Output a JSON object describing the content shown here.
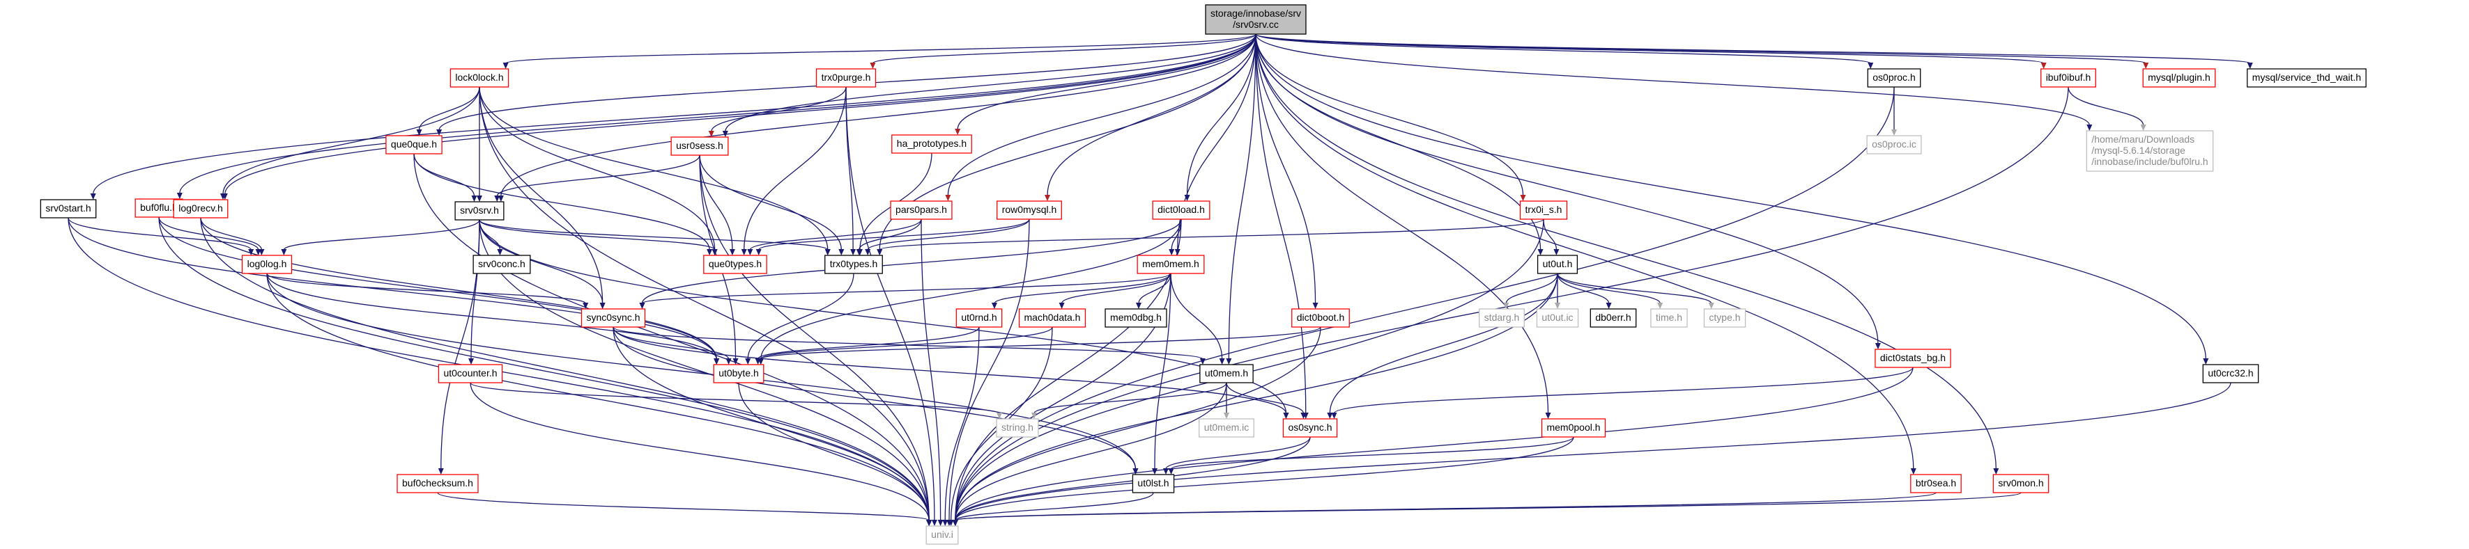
{
  "colors": {
    "edge_default": "#191970",
    "edge_red": "#b22222",
    "edge_gray": "#a9a9a9",
    "border_black": "#000000",
    "border_red": "#ff0000",
    "border_gray": "#bfbfbf",
    "root_fill": "#bfbfbf"
  },
  "nodes": {
    "root": {
      "lines": [
        "storage/innobase/srv",
        "/srv0srv.cc"
      ],
      "style": "root"
    },
    "lock0lock": {
      "lines": [
        "lock0lock.h"
      ],
      "style": "red"
    },
    "trx0purge": {
      "lines": [
        "trx0purge.h"
      ],
      "style": "red"
    },
    "que0que": {
      "lines": [
        "que0que.h"
      ],
      "style": "red"
    },
    "usr0sess": {
      "lines": [
        "usr0sess.h"
      ],
      "style": "red"
    },
    "ha_prototypes": {
      "lines": [
        "ha_prototypes.h"
      ],
      "style": "red"
    },
    "buf0flu": {
      "lines": [
        "buf0flu.h"
      ],
      "style": "red"
    },
    "log0recv": {
      "lines": [
        "log0recv.h"
      ],
      "style": "red"
    },
    "srv0start": {
      "lines": [
        "srv0start.h"
      ],
      "style": "black"
    },
    "srv0srv": {
      "lines": [
        "srv0srv.h"
      ],
      "style": "black"
    },
    "pars0pars": {
      "lines": [
        "pars0pars.h"
      ],
      "style": "red"
    },
    "row0mysql": {
      "lines": [
        "row0mysql.h"
      ],
      "style": "red"
    },
    "dict0load": {
      "lines": [
        "dict0load.h"
      ],
      "style": "red"
    },
    "trx0i_s": {
      "lines": [
        "trx0i_s.h"
      ],
      "style": "red"
    },
    "os0proc": {
      "lines": [
        "os0proc.h"
      ],
      "style": "black"
    },
    "os0proc_ic": {
      "lines": [
        "os0proc.ic"
      ],
      "style": "gray"
    },
    "ibuf0ibuf": {
      "lines": [
        "ibuf0ibuf.h"
      ],
      "style": "red"
    },
    "buf0lru_path": {
      "lines": [
        "/home/maru/Downloads",
        "/mysql-5.6.14/storage",
        "/innobase/include/buf0lru.h"
      ],
      "style": "gray"
    },
    "mysql_plugin": {
      "lines": [
        "mysql/plugin.h"
      ],
      "style": "red"
    },
    "mysql_service": {
      "lines": [
        "mysql/service_thd_wait.h"
      ],
      "style": "black"
    },
    "log0log": {
      "lines": [
        "log0log.h"
      ],
      "style": "red"
    },
    "srv0conc": {
      "lines": [
        "srv0conc.h"
      ],
      "style": "black"
    },
    "que0types": {
      "lines": [
        "que0types.h"
      ],
      "style": "red"
    },
    "trx0types": {
      "lines": [
        "trx0types.h"
      ],
      "style": "black"
    },
    "mem0mem": {
      "lines": [
        "mem0mem.h"
      ],
      "style": "red"
    },
    "sync0sync": {
      "lines": [
        "sync0sync.h"
      ],
      "style": "red"
    },
    "ut0rnd": {
      "lines": [
        "ut0rnd.h"
      ],
      "style": "red"
    },
    "mach0data": {
      "lines": [
        "mach0data.h"
      ],
      "style": "red"
    },
    "mem0dbg": {
      "lines": [
        "mem0dbg.h"
      ],
      "style": "black"
    },
    "dict0boot": {
      "lines": [
        "dict0boot.h"
      ],
      "style": "red"
    },
    "ut0ut": {
      "lines": [
        "ut0ut.h"
      ],
      "style": "black"
    },
    "stdarg": {
      "lines": [
        "stdarg.h"
      ],
      "style": "gray"
    },
    "ut0ut_ic": {
      "lines": [
        "ut0ut.ic"
      ],
      "style": "gray"
    },
    "db0err": {
      "lines": [
        "db0err.h"
      ],
      "style": "black"
    },
    "time": {
      "lines": [
        "time.h"
      ],
      "style": "gray"
    },
    "ctype": {
      "lines": [
        "ctype.h"
      ],
      "style": "gray"
    },
    "ut0counter": {
      "lines": [
        "ut0counter.h"
      ],
      "style": "red"
    },
    "ut0byte": {
      "lines": [
        "ut0byte.h"
      ],
      "style": "red"
    },
    "ut0mem": {
      "lines": [
        "ut0mem.h"
      ],
      "style": "black"
    },
    "ut0mem_ic": {
      "lines": [
        "ut0mem.ic"
      ],
      "style": "gray"
    },
    "string": {
      "lines": [
        "string.h"
      ],
      "style": "gray"
    },
    "os0sync": {
      "lines": [
        "os0sync.h"
      ],
      "style": "red"
    },
    "dict0stats_bg": {
      "lines": [
        "dict0stats_bg.h"
      ],
      "style": "red"
    },
    "ut0crc32": {
      "lines": [
        "ut0crc32.h"
      ],
      "style": "black"
    },
    "mem0pool": {
      "lines": [
        "mem0pool.h"
      ],
      "style": "red"
    },
    "btr0sea": {
      "lines": [
        "btr0sea.h"
      ],
      "style": "red"
    },
    "srv0mon": {
      "lines": [
        "srv0mon.h"
      ],
      "style": "red"
    },
    "buf0checksum": {
      "lines": [
        "buf0checksum.h"
      ],
      "style": "red"
    },
    "ut0lst": {
      "lines": [
        "ut0lst.h"
      ],
      "style": "black"
    },
    "univ": {
      "lines": [
        "univ.i"
      ],
      "style": "gray"
    }
  },
  "edges": [
    [
      "root",
      "lock0lock",
      "n"
    ],
    [
      "root",
      "trx0purge",
      "r"
    ],
    [
      "root",
      "que0que",
      "n"
    ],
    [
      "root",
      "usr0sess",
      "n"
    ],
    [
      "root",
      "ha_prototypes",
      "r"
    ],
    [
      "root",
      "buf0flu",
      "n"
    ],
    [
      "root",
      "log0recv",
      "n"
    ],
    [
      "root",
      "srv0start",
      "n"
    ],
    [
      "root",
      "srv0srv",
      "n"
    ],
    [
      "root",
      "pars0pars",
      "r"
    ],
    [
      "root",
      "row0mysql",
      "r"
    ],
    [
      "root",
      "dict0load",
      "n"
    ],
    [
      "root",
      "trx0i_s",
      "r"
    ],
    [
      "root",
      "os0proc",
      "n"
    ],
    [
      "root",
      "ibuf0ibuf",
      "r"
    ],
    [
      "root",
      "buf0lru_path",
      "n"
    ],
    [
      "root",
      "mysql_plugin",
      "r"
    ],
    [
      "root",
      "mysql_service",
      "n"
    ],
    [
      "root",
      "mem0mem",
      "n"
    ],
    [
      "root",
      "ut0mem",
      "n"
    ],
    [
      "root",
      "dict0boot",
      "n"
    ],
    [
      "root",
      "ut0ut",
      "n"
    ],
    [
      "root",
      "os0sync",
      "n"
    ],
    [
      "root",
      "dict0stats_bg",
      "n"
    ],
    [
      "root",
      "ut0crc32",
      "n"
    ],
    [
      "root",
      "mem0pool",
      "n"
    ],
    [
      "root",
      "btr0sea",
      "n"
    ],
    [
      "root",
      "srv0mon",
      "n"
    ],
    [
      "root",
      "trx0types",
      "n"
    ],
    [
      "lock0lock",
      "que0que",
      "n"
    ],
    [
      "lock0lock",
      "log0recv",
      "n"
    ],
    [
      "lock0lock",
      "srv0srv",
      "n"
    ],
    [
      "lock0lock",
      "que0types",
      "n"
    ],
    [
      "lock0lock",
      "trx0types",
      "n"
    ],
    [
      "lock0lock",
      "sync0sync",
      "n"
    ],
    [
      "lock0lock",
      "univ",
      "n"
    ],
    [
      "trx0purge",
      "usr0sess",
      "r"
    ],
    [
      "trx0purge",
      "que0types",
      "n"
    ],
    [
      "trx0purge",
      "trx0types",
      "n"
    ],
    [
      "trx0purge",
      "univ",
      "n"
    ],
    [
      "que0que",
      "srv0srv",
      "n"
    ],
    [
      "que0que",
      "que0types",
      "n"
    ],
    [
      "que0que",
      "univ",
      "n"
    ],
    [
      "usr0sess",
      "srv0srv",
      "n"
    ],
    [
      "usr0sess",
      "que0types",
      "n"
    ],
    [
      "usr0sess",
      "trx0types",
      "n"
    ],
    [
      "usr0sess",
      "ut0byte",
      "n"
    ],
    [
      "usr0sess",
      "univ",
      "n"
    ],
    [
      "ha_prototypes",
      "trx0types",
      "n"
    ],
    [
      "buf0flu",
      "log0log",
      "n"
    ],
    [
      "buf0flu",
      "ut0byte",
      "n"
    ],
    [
      "buf0flu",
      "univ",
      "n"
    ],
    [
      "log0recv",
      "log0log",
      "n"
    ],
    [
      "log0recv",
      "ut0byte",
      "n"
    ],
    [
      "log0recv",
      "univ",
      "n"
    ],
    [
      "srv0start",
      "log0log",
      "n"
    ],
    [
      "srv0start",
      "ut0byte",
      "n"
    ],
    [
      "srv0start",
      "univ",
      "n"
    ],
    [
      "srv0srv",
      "log0log",
      "n"
    ],
    [
      "srv0srv",
      "srv0conc",
      "n"
    ],
    [
      "srv0srv",
      "que0types",
      "n"
    ],
    [
      "srv0srv",
      "trx0types",
      "n"
    ],
    [
      "srv0srv",
      "sync0sync",
      "n"
    ],
    [
      "srv0srv",
      "ut0counter",
      "n"
    ],
    [
      "srv0srv",
      "buf0checksum",
      "n"
    ],
    [
      "srv0srv",
      "os0sync",
      "n"
    ],
    [
      "srv0srv",
      "univ",
      "n"
    ],
    [
      "pars0pars",
      "que0types",
      "n"
    ],
    [
      "pars0pars",
      "trx0types",
      "n"
    ],
    [
      "pars0pars",
      "univ",
      "n"
    ],
    [
      "row0mysql",
      "que0types",
      "n"
    ],
    [
      "row0mysql",
      "trx0types",
      "n"
    ],
    [
      "row0mysql",
      "univ",
      "n"
    ],
    [
      "dict0load",
      "mem0mem",
      "n"
    ],
    [
      "dict0load",
      "sync0sync",
      "n"
    ],
    [
      "dict0load",
      "ut0byte",
      "n"
    ],
    [
      "dict0load",
      "univ",
      "n"
    ],
    [
      "trx0i_s",
      "trx0types",
      "n"
    ],
    [
      "trx0i_s",
      "ut0ut",
      "n"
    ],
    [
      "trx0i_s",
      "univ",
      "n"
    ],
    [
      "os0proc",
      "os0proc_ic",
      "g"
    ],
    [
      "os0proc",
      "univ",
      "n"
    ],
    [
      "ibuf0ibuf",
      "buf0lru_path",
      "g"
    ],
    [
      "ibuf0ibuf",
      "univ",
      "n"
    ],
    [
      "log0log",
      "sync0sync",
      "n"
    ],
    [
      "log0log",
      "ut0byte",
      "n"
    ],
    [
      "log0log",
      "ut0lst",
      "n"
    ],
    [
      "log0log",
      "univ",
      "n"
    ],
    [
      "trx0types",
      "ut0byte",
      "n"
    ],
    [
      "mem0mem",
      "sync0sync",
      "n"
    ],
    [
      "mem0mem",
      "ut0rnd",
      "n"
    ],
    [
      "mem0mem",
      "mach0data",
      "n"
    ],
    [
      "mem0mem",
      "mem0dbg",
      "n"
    ],
    [
      "mem0mem",
      "ut0mem",
      "n"
    ],
    [
      "mem0mem",
      "ut0lst",
      "n"
    ],
    [
      "mem0mem",
      "univ",
      "n"
    ],
    [
      "sync0sync",
      "ut0byte",
      "n"
    ],
    [
      "sync0sync",
      "ut0mem",
      "n"
    ],
    [
      "sync0sync",
      "os0sync",
      "n"
    ],
    [
      "sync0sync",
      "ut0lst",
      "n"
    ],
    [
      "sync0sync",
      "univ",
      "n"
    ],
    [
      "ut0rnd",
      "ut0byte",
      "n"
    ],
    [
      "ut0rnd",
      "univ",
      "n"
    ],
    [
      "mach0data",
      "ut0byte",
      "n"
    ],
    [
      "mach0data",
      "univ",
      "n"
    ],
    [
      "dict0boot",
      "ut0byte",
      "n"
    ],
    [
      "dict0boot",
      "univ",
      "n"
    ],
    [
      "ut0ut",
      "stdarg",
      "g"
    ],
    [
      "ut0ut",
      "ut0ut_ic",
      "g"
    ],
    [
      "ut0ut",
      "db0err",
      "n"
    ],
    [
      "ut0ut",
      "time",
      "g"
    ],
    [
      "ut0ut",
      "ctype",
      "g"
    ],
    [
      "ut0ut",
      "os0sync",
      "n"
    ],
    [
      "ut0ut",
      "univ",
      "n"
    ],
    [
      "ut0counter",
      "string",
      "g"
    ],
    [
      "ut0counter",
      "univ",
      "n"
    ],
    [
      "ut0byte",
      "univ",
      "n"
    ],
    [
      "ut0mem",
      "ut0mem_ic",
      "g"
    ],
    [
      "ut0mem",
      "string",
      "g"
    ],
    [
      "ut0mem",
      "os0sync",
      "n"
    ],
    [
      "ut0mem",
      "univ",
      "n"
    ],
    [
      "os0sync",
      "ut0lst",
      "n"
    ],
    [
      "os0sync",
      "univ",
      "n"
    ],
    [
      "dict0stats_bg",
      "os0sync",
      "n"
    ],
    [
      "dict0stats_bg",
      "univ",
      "n"
    ],
    [
      "mem0pool",
      "ut0lst",
      "n"
    ],
    [
      "mem0pool",
      "univ",
      "n"
    ],
    [
      "ut0crc32",
      "univ",
      "n"
    ],
    [
      "btr0sea",
      "univ",
      "n"
    ],
    [
      "srv0mon",
      "univ",
      "n"
    ],
    [
      "buf0checksum",
      "univ",
      "n"
    ],
    [
      "ut0lst",
      "univ",
      "n"
    ]
  ]
}
